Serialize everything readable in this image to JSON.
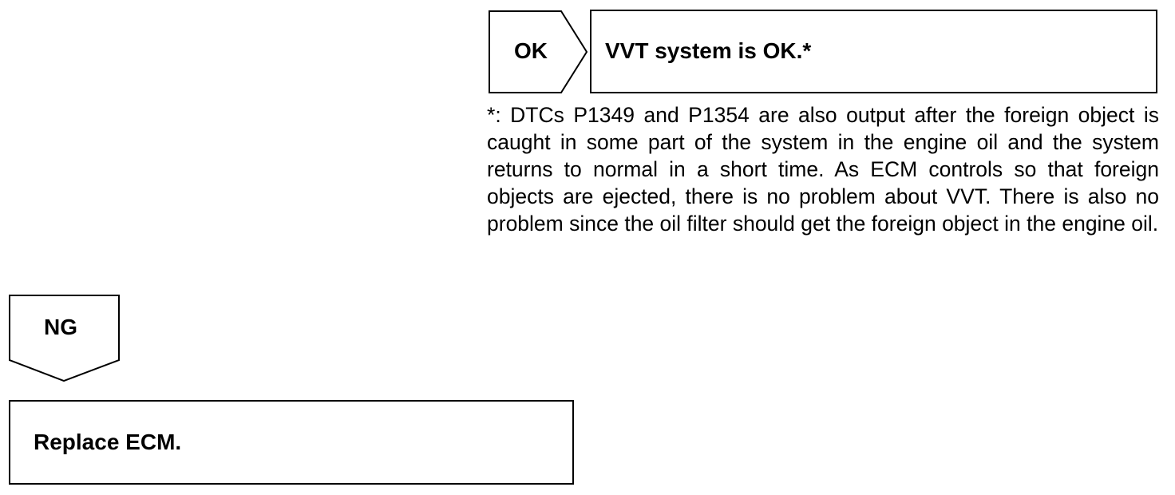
{
  "flow": {
    "ok": {
      "label": "OK",
      "result": "VVT system is OK.*",
      "footnote": "*: DTCs P1349 and P1354 are also output after the foreign object is caught in some part of the system in the engine oil and the system returns to normal in a short time. As ECM controls so that foreign objects are ejected, there is no problem about VVT. There is also no problem since the oil filter should get the foreign object in the engine oil."
    },
    "ng": {
      "label": "NG",
      "result": "Replace ECM."
    }
  },
  "colors": {
    "stroke": "#000000",
    "background": "#ffffff"
  }
}
